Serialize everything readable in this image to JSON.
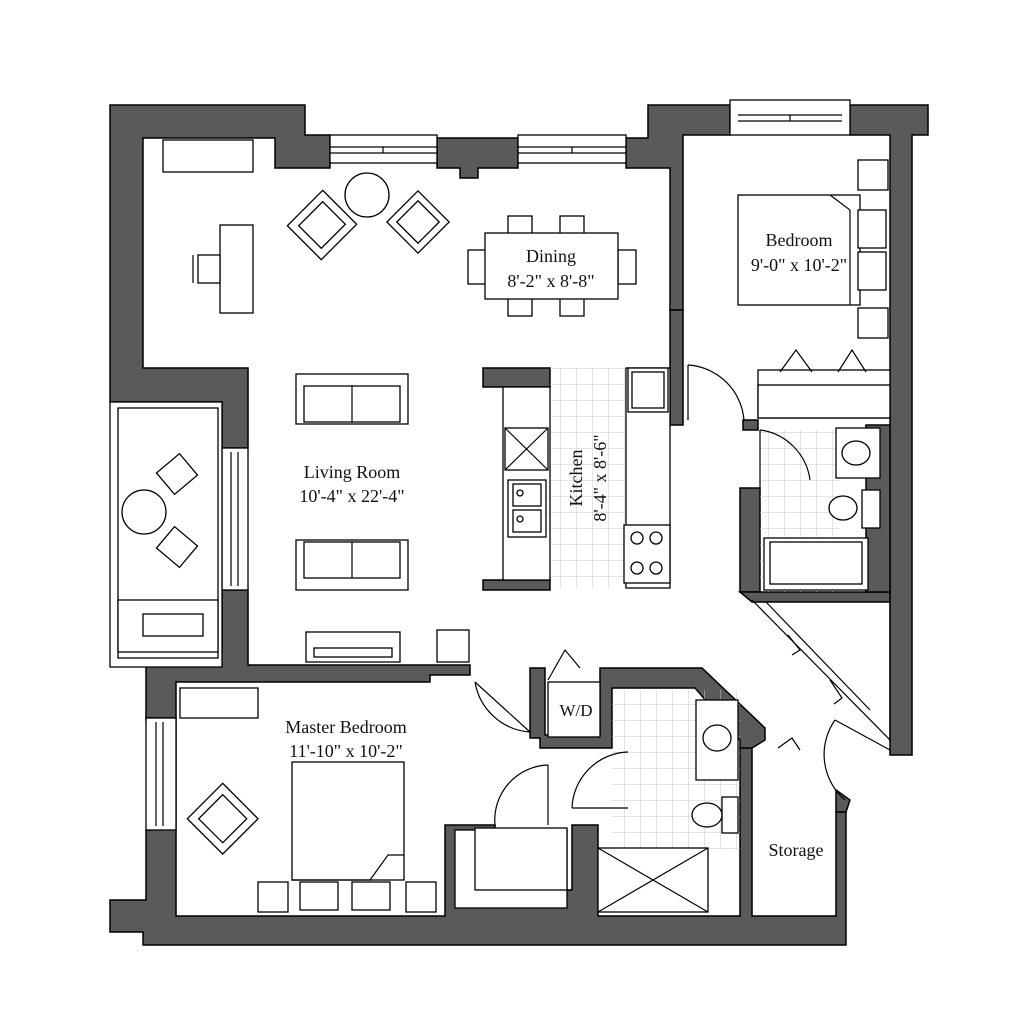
{
  "rooms": {
    "dining": {
      "name": "Dining",
      "size": "8'-2\" x 8'-8\""
    },
    "bedroom": {
      "name": "Bedroom",
      "size": "9'-0\" x 10'-2\""
    },
    "living_room": {
      "name": "Living Room",
      "size": "10'-4\" x 22'-4\""
    },
    "kitchen": {
      "name": "Kitchen",
      "size": "8'-4\" x 8'-6\""
    },
    "master_bedroom": {
      "name": "Master Bedroom",
      "size": "11'-10\" x 10'-2\""
    },
    "washer_dryer": {
      "name": "W/D"
    },
    "storage": {
      "name": "Storage"
    }
  },
  "colors": {
    "wall": "#5a5a5c",
    "line": "#000000",
    "tile": "#c9c9c9",
    "floor": "#ffffff"
  }
}
